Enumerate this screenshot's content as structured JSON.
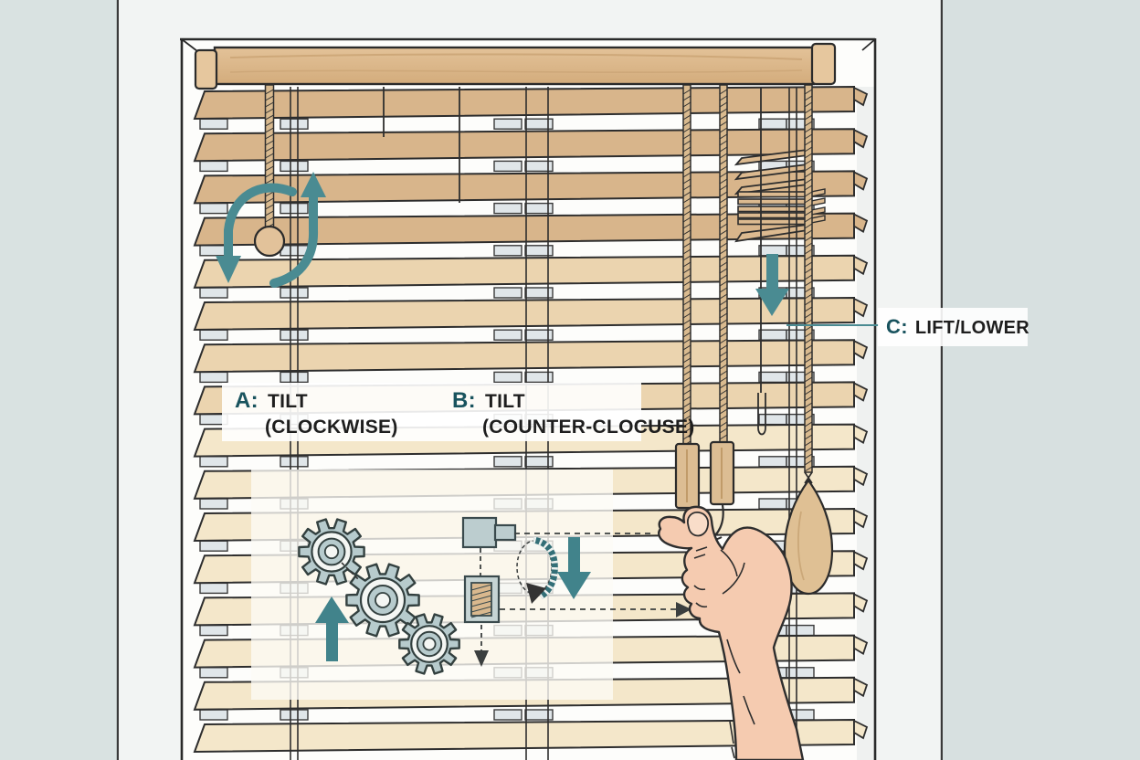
{
  "diagram": {
    "subject": "window-blinds-operation-diagram",
    "callouts": {
      "a": {
        "key": "A:",
        "label": "TILT",
        "detail": "(CLOCKWISE)"
      },
      "b": {
        "key": "B:",
        "label": "TILT",
        "detail": "(COUNTER-CLOCUSE)"
      },
      "c": {
        "key": "C:",
        "label": "LIFT/LOWER"
      }
    },
    "colors": {
      "accent_teal": "#4a8b92",
      "callout_key": "#19535e",
      "wall": "#d9e2e1",
      "wood_dark": "#d8b58b",
      "wood_light": "#f4e7ca",
      "skin": "#f5cbb0",
      "gear": "#b7cbcd"
    },
    "icons": {
      "rotation_arrows": "counterclockwise-rotation-arrows-icon",
      "lift_arrow": "down-arrow-icon",
      "raise_arrow": "up-arrow-icon",
      "guide_arrows": "dashed-arrow-icon",
      "gears": "gear-icon"
    }
  }
}
